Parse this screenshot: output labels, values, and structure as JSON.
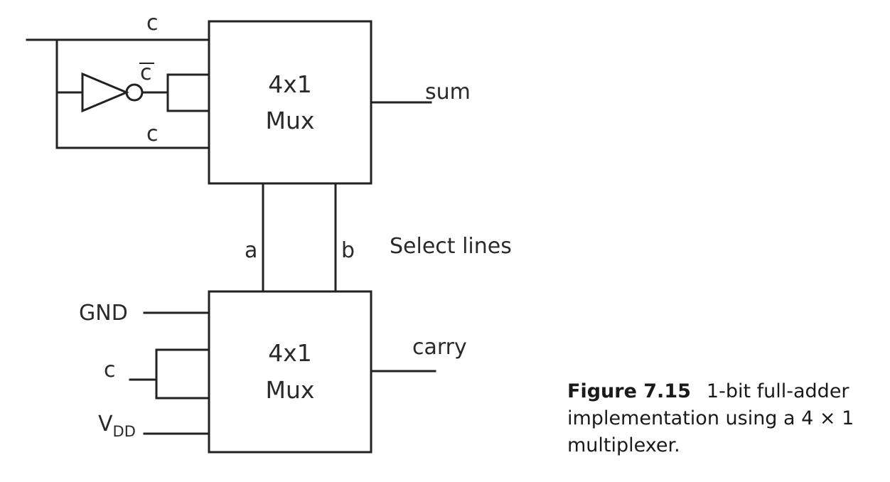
{
  "diagram": {
    "top_mux": {
      "label_line1": "4x1",
      "label_line2": "Mux",
      "inputs": [
        "c",
        "c",
        "c"
      ],
      "output": "sum"
    },
    "bottom_mux": {
      "label_line1": "4x1",
      "label_line2": "Mux",
      "inputs": [
        "GND",
        "c",
        "V",
        "DD"
      ],
      "output": "carry"
    },
    "select": {
      "a": "a",
      "b": "b",
      "title": "Select lines"
    }
  },
  "caption": {
    "label": "Figure 7.15",
    "text": "1-bit full-adder implementation using a 4 × 1 multiplexer."
  }
}
